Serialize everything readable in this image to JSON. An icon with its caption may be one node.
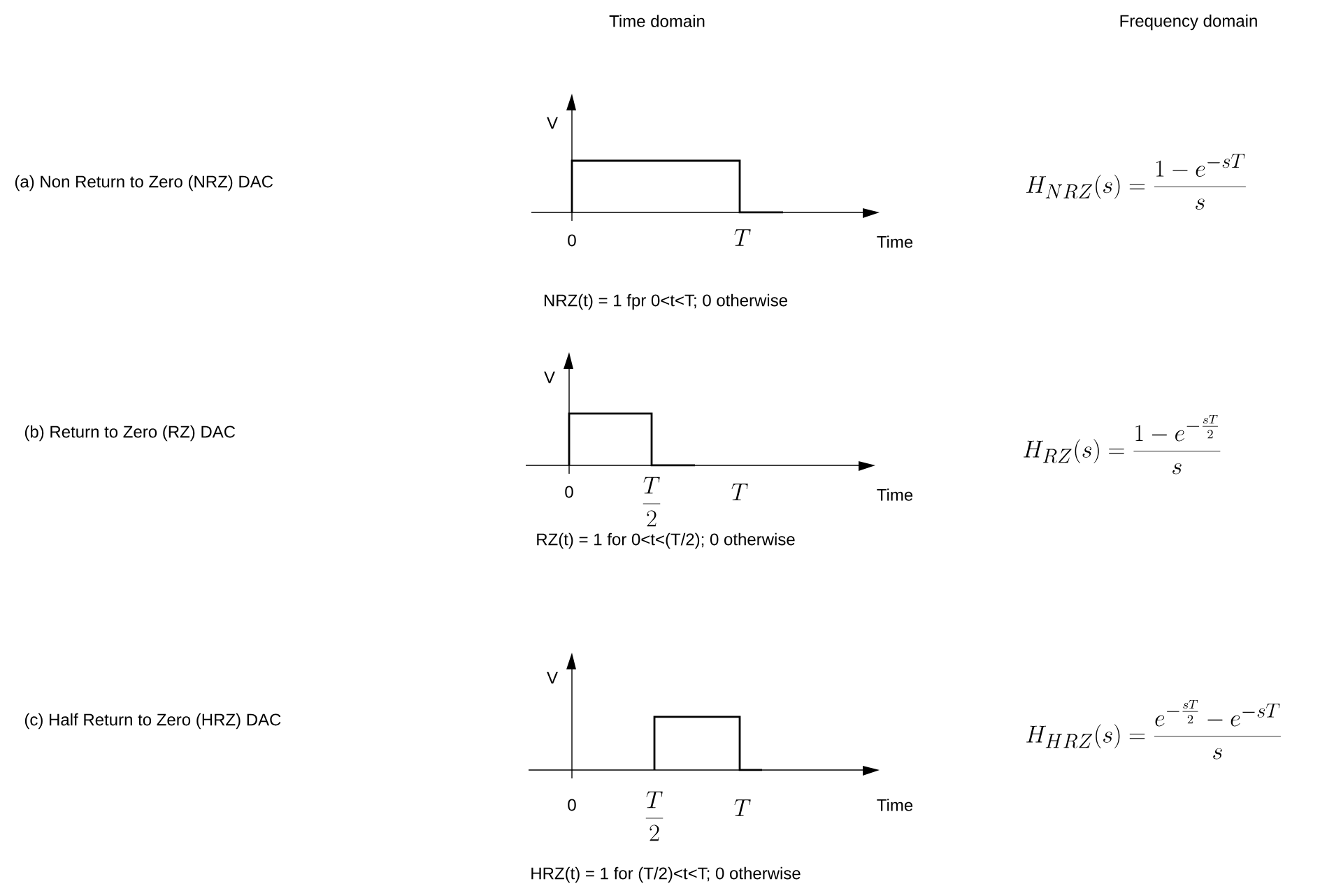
{
  "diagram": {
    "labels": [
      "Time domain",
      "Frequency domain",
      "(a) Non Return to Zero (NRZ) DAC",
      "V",
      "H_{NRZ}(s)=\\frac{1-e^{-sT}}{s}",
      "0",
      "T",
      "Time",
      "NRZ(t) = 1 fpr 0<t<T; 0 otherwise",
      "(b) Return to Zero (RZ) DAC",
      "V",
      "H_{RZ}(s)=\\frac{1-e^{-\\frac{sT}{2}}}{s}",
      "0",
      "\\frac{T}{2}",
      "T",
      "Time",
      "RZ(t) = 1 for 0<t<(T/2); 0 otherwise",
      "(c) Half Return to Zero (HRZ) DAC",
      "V",
      "H_{HRZ}(s)=\\frac{e^{-\\frac{sT}{2}}-e^{-sT}}{s}",
      "0",
      "\\frac{T}{2}",
      "T",
      "Time",
      "HRZ(t) = 1 for (T/2)<t<T; 0 otherwise"
    ]
  }
}
